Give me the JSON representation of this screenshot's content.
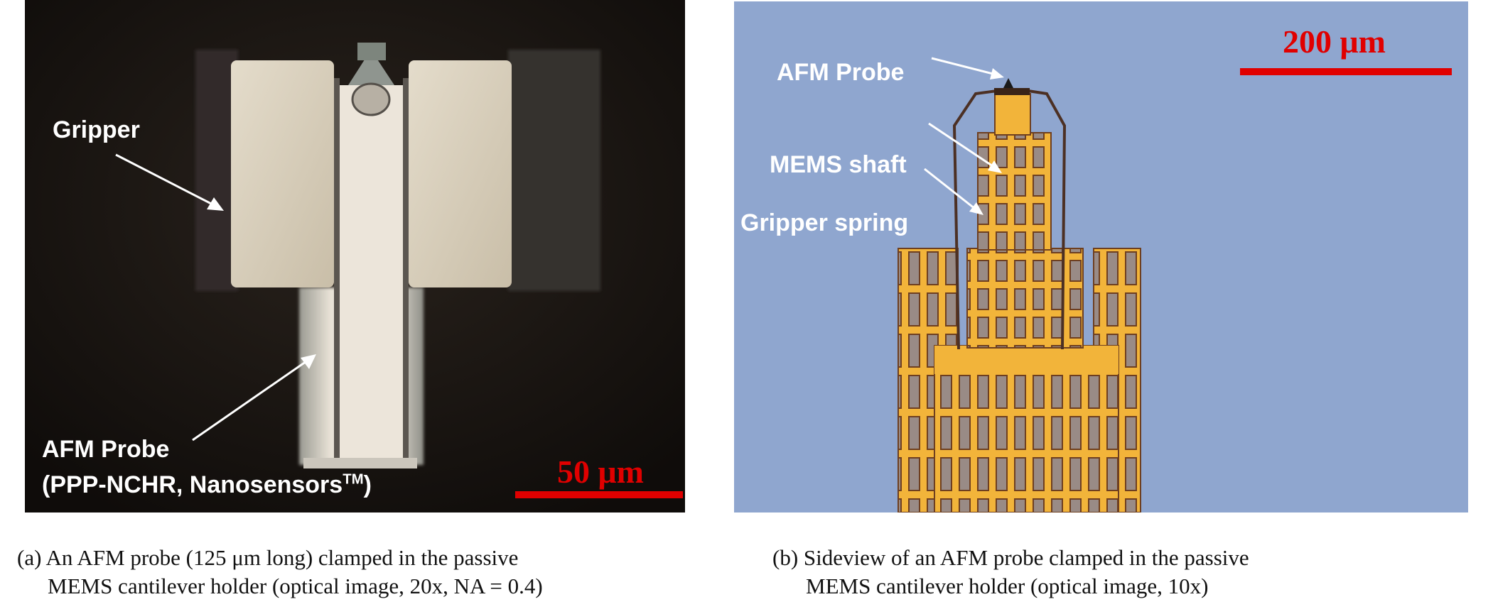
{
  "panel_a": {
    "labels": {
      "gripper": "Gripper",
      "afm_probe": "AFM Probe",
      "probe_model_prefix": "(PPP-NCHR, Nanosensors",
      "tm": "TM",
      "probe_model_suffix": ")"
    },
    "scale_bar": "50 μm",
    "caption": {
      "line1": "(a) An AFM probe (125 μm long) clamped in the passive",
      "line2": "MEMS cantilever holder (optical image, 20x, NA = 0.4)"
    }
  },
  "panel_b": {
    "labels": {
      "afm_probe": "AFM Probe",
      "mems_shaft": "MEMS shaft",
      "gripper_spring": "Gripper spring"
    },
    "scale_bar": "200 μm",
    "caption": {
      "line1": "(b) Sideview of an AFM probe clamped in the passive",
      "line2": "MEMS cantilever holder (optical image, 10x)"
    }
  },
  "colors": {
    "scale_bar": "#e00000",
    "panel_a_background": "#1a1512",
    "panel_b_background": "#8fa6cf",
    "mems_gold": "#f2b43a"
  }
}
